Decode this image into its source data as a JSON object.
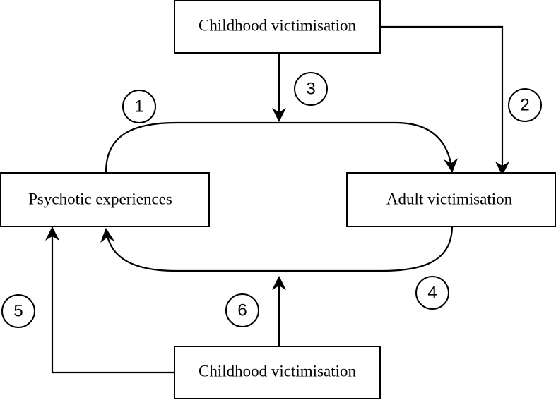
{
  "nodes": {
    "childhood_top": {
      "label": "Childhood victimisation"
    },
    "psychotic": {
      "label": "Psychotic experiences"
    },
    "adult": {
      "label": "Adult victimisation"
    },
    "childhood_bottom": {
      "label": "Childhood victimisation"
    }
  },
  "paths": [
    {
      "number": "1"
    },
    {
      "number": "2"
    },
    {
      "number": "3"
    },
    {
      "number": "4"
    },
    {
      "number": "5"
    },
    {
      "number": "6"
    }
  ],
  "colors": {
    "stroke": "#000000",
    "background": "#ffffff"
  }
}
